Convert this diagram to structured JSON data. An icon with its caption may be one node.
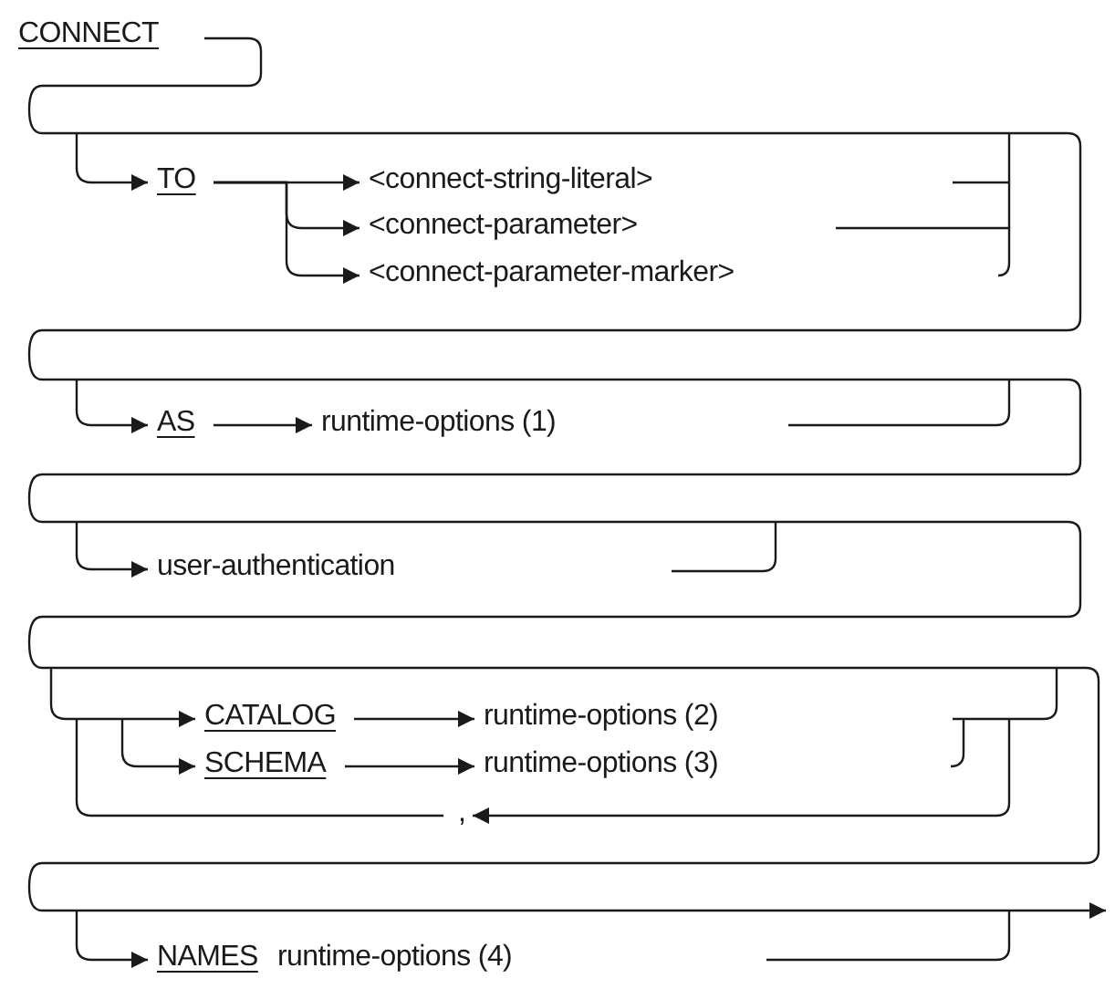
{
  "diagram": {
    "nodes": [
      {
        "text": [
          "CONNECT"
        ]
      },
      {
        "text": [
          "TO"
        ]
      },
      {
        "text": [
          "<connect-string-literal>"
        ]
      },
      {
        "text": [
          "<connect-parameter>"
        ]
      },
      {
        "text": [
          "<connect-parameter-marker>"
        ]
      },
      {
        "text": [
          "AS"
        ]
      },
      {
        "text": [
          "runtime-options (1)"
        ]
      },
      {
        "text": [
          "user-authentication"
        ]
      },
      {
        "text": [
          "CATALOG"
        ]
      },
      {
        "text": [
          "runtime-options (2)"
        ]
      },
      {
        "text": [
          "SCHEMA"
        ]
      },
      {
        "text": [
          "runtime-options (3)"
        ]
      },
      {
        "text": [
          ","
        ]
      },
      {
        "text": [
          "NAMES"
        ]
      },
      {
        "text": [
          "runtime-options (4)"
        ]
      }
    ],
    "edges": [
      {
        "from": null,
        "to": 1,
        "arrow": "to"
      },
      {
        "from": 1,
        "to": 2,
        "arrow": "to"
      },
      {
        "from": 1,
        "to": 3,
        "arrow": "to"
      },
      {
        "from": 1,
        "to": 4,
        "arrow": "to"
      },
      {
        "from": null,
        "to": 5,
        "arrow": "to"
      },
      {
        "from": 5,
        "to": 6,
        "arrow": "to"
      },
      {
        "from": null,
        "to": 7,
        "arrow": "to"
      },
      {
        "from": null,
        "to": 8,
        "arrow": "to"
      },
      {
        "from": null,
        "to": 10,
        "arrow": "to"
      },
      {
        "from": 8,
        "to": 9,
        "arrow": "to"
      },
      {
        "from": 10,
        "to": 11,
        "arrow": "to"
      },
      {
        "from": null,
        "to": 12,
        "arrow": "to"
      },
      {
        "from": 12,
        "to": null,
        "arrow": "none"
      },
      {
        "from": null,
        "to": 13,
        "arrow": "to"
      }
    ]
  }
}
